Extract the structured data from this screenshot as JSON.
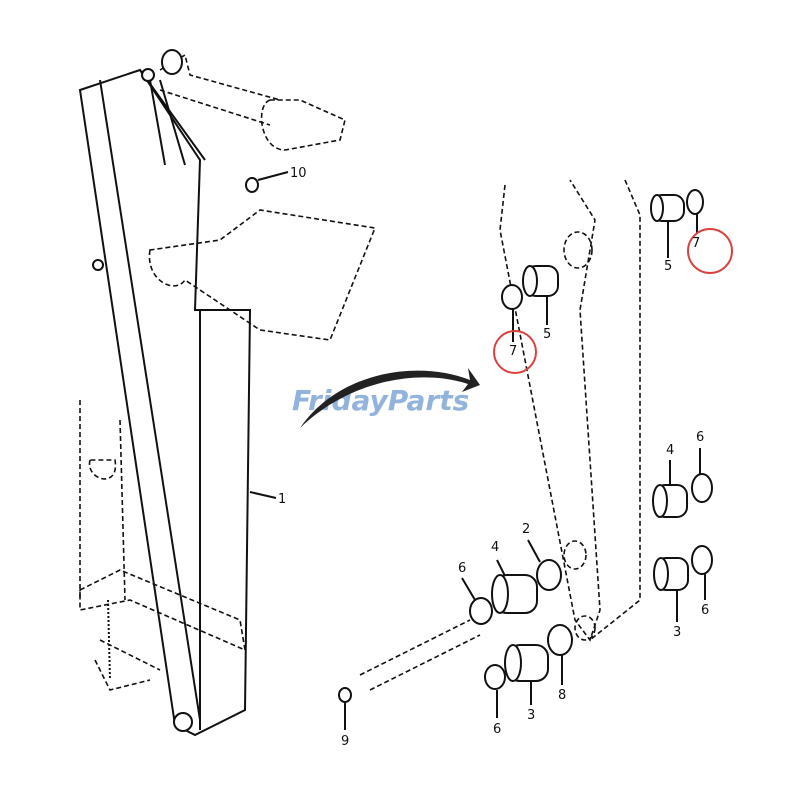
{
  "diagram": {
    "watermark": "FridayParts",
    "watermark_colors": {
      "text": "#7fa6d6",
      "accent": "#f0b64a"
    },
    "highlight_color": "#d9413f",
    "callouts": [
      {
        "id": "c10",
        "text": "10"
      },
      {
        "id": "c1",
        "text": "1"
      },
      {
        "id": "c7a",
        "text": "7",
        "highlighted": true
      },
      {
        "id": "c5a",
        "text": "5"
      },
      {
        "id": "c7b",
        "text": "7",
        "highlighted": true
      },
      {
        "id": "c5b",
        "text": "5"
      },
      {
        "id": "c4a",
        "text": "4"
      },
      {
        "id": "c6a",
        "text": "6"
      },
      {
        "id": "c6b",
        "text": "6"
      },
      {
        "id": "c3a",
        "text": "3"
      },
      {
        "id": "c6c",
        "text": "6"
      },
      {
        "id": "c4b",
        "text": "4"
      },
      {
        "id": "c2",
        "text": "2"
      },
      {
        "id": "c6d",
        "text": "6"
      },
      {
        "id": "c3b",
        "text": "3"
      },
      {
        "id": "c8",
        "text": "8"
      },
      {
        "id": "c9",
        "text": "9"
      }
    ]
  }
}
